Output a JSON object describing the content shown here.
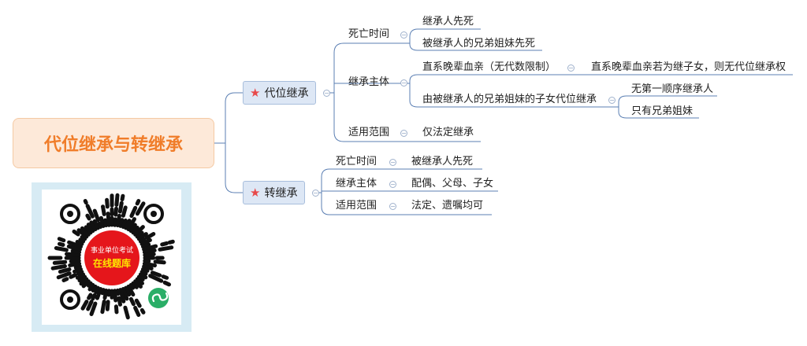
{
  "root": {
    "title": "代位继承与转继承"
  },
  "branches": [
    {
      "label": "代位继承",
      "icon": "star-icon",
      "children": [
        {
          "label": "死亡时间",
          "items": [
            "继承人先死",
            "被继承人的兄弟姐妹先死"
          ]
        },
        {
          "label": "继承主体",
          "items": [
            {
              "label": "直系晚辈血亲（无代数限制）",
              "children": [
                "直系晚辈血亲若为继子女，则无代位继承权"
              ]
            },
            {
              "label": "由被继承人的兄弟姐妹的子女代位继承",
              "children": [
                "无第一顺序继承人",
                "只有兄弟姐妹"
              ]
            }
          ]
        },
        {
          "label": "适用范围",
          "items": [
            "仅法定继承"
          ]
        }
      ]
    },
    {
      "label": "转继承",
      "icon": "star-icon",
      "children": [
        {
          "label": "死亡时间",
          "items": [
            "被继承人先死"
          ]
        },
        {
          "label": "继承主体",
          "items": [
            "配偶、父母、子女"
          ]
        },
        {
          "label": "适用范围",
          "items": [
            "法定、遗嘱均可"
          ]
        }
      ]
    }
  ],
  "qr": {
    "line1": "事业单位考试",
    "line2": "在线题库"
  },
  "colors": {
    "root_text": "#f07d2a",
    "root_bg": "#fde9d9",
    "node_bg": "#dde7f5",
    "line": "#4a6fa5",
    "badge": "#e5161b",
    "qr_frame": "#d7ebf4",
    "mini_logo": "#2aae67"
  }
}
